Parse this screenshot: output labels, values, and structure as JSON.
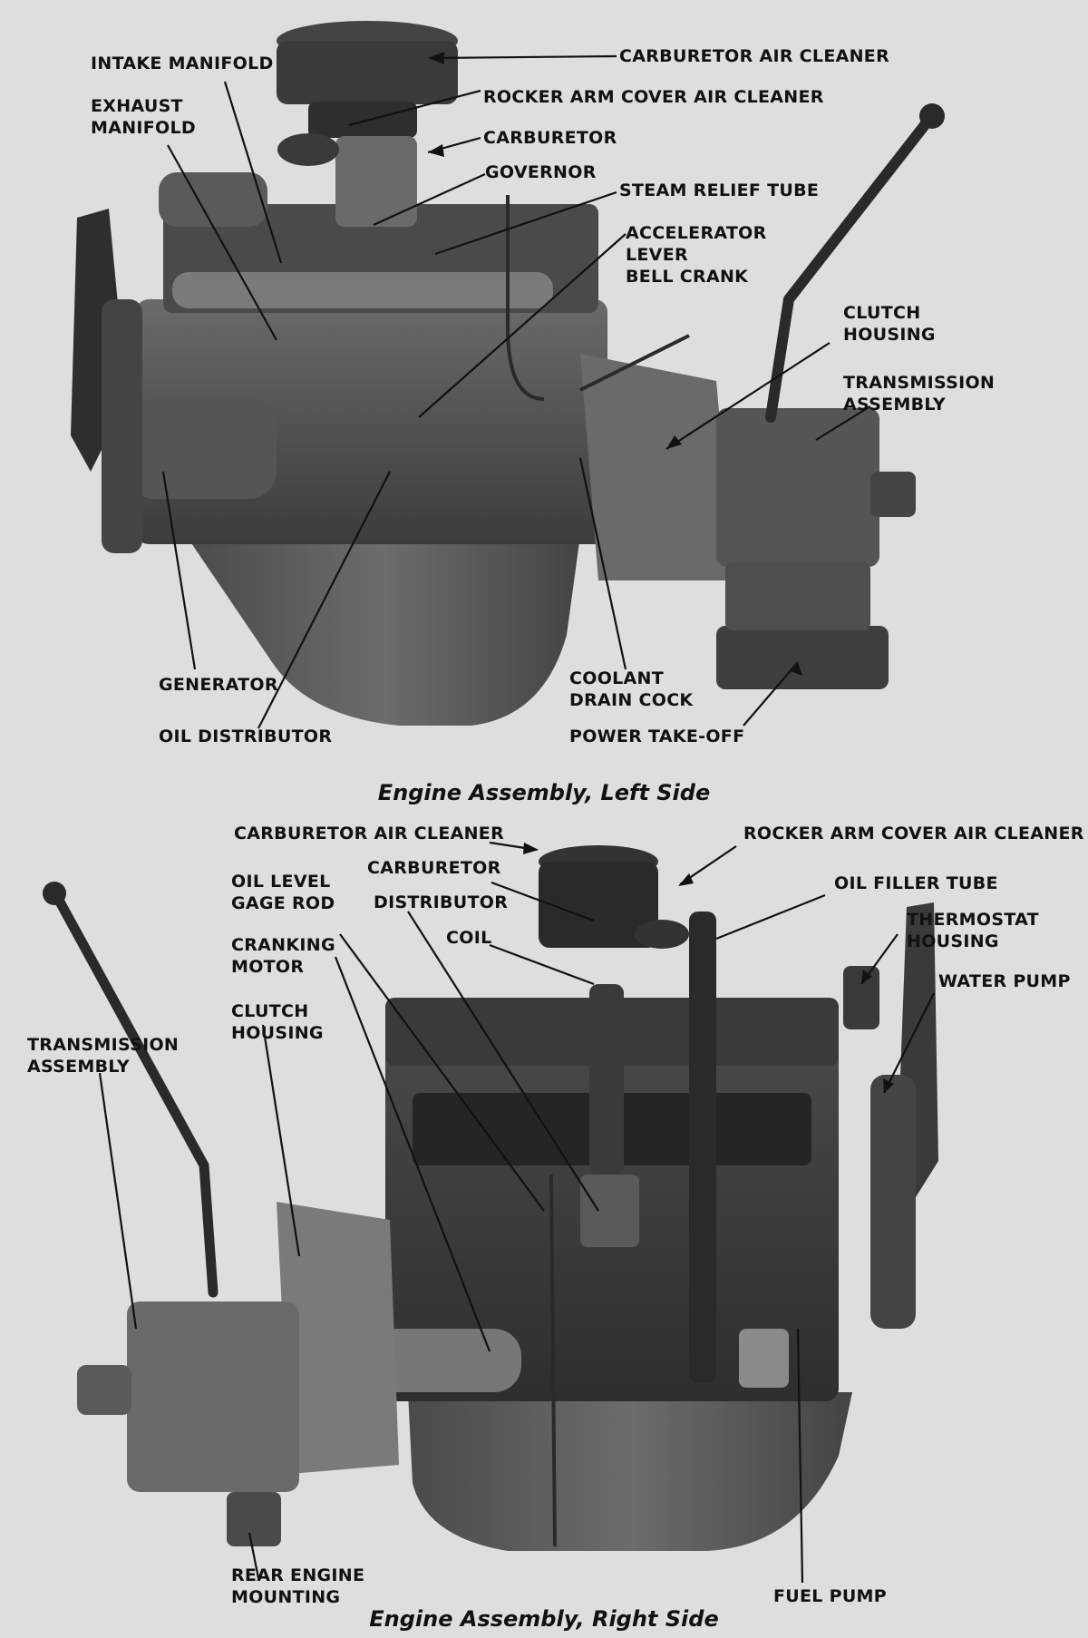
{
  "left_side": {
    "caption": "Engine Assembly, Left Side",
    "labels": {
      "intake_manifold": "INTAKE MANIFOLD",
      "exhaust_manifold": [
        "EXHAUST",
        "MANIFOLD"
      ],
      "carburetor_air_cleaner": "CARBURETOR AIR CLEANER",
      "rocker_arm_cover_air_cleaner": "ROCKER ARM COVER AIR CLEANER",
      "carburetor": "CARBURETOR",
      "governor": "GOVERNOR",
      "steam_relief_tube": "STEAM RELIEF TUBE",
      "accelerator_lever_bell_crank": [
        "ACCELERATOR",
        "LEVER",
        "BELL CRANK"
      ],
      "clutch_housing": [
        "CLUTCH",
        "HOUSING"
      ],
      "transmission_assembly": [
        "TRANSMISSION",
        "ASSEMBLY"
      ],
      "generator": "GENERATOR",
      "oil_distributor": "OIL DISTRIBUTOR",
      "coolant_drain_cock": [
        "COOLANT",
        "DRAIN COCK"
      ],
      "power_take_off": "POWER TAKE-OFF"
    }
  },
  "right_side": {
    "caption": "Engine Assembly, Right Side",
    "labels": {
      "carburetor_air_cleaner": "CARBURETOR AIR CLEANER",
      "rocker_arm_cover_air_cleaner": "ROCKER ARM COVER AIR CLEANER",
      "oil_level_gage_rod": [
        "OIL LEVEL",
        "GAGE ROD"
      ],
      "carburetor": "CARBURETOR",
      "distributor": "DISTRIBUTOR",
      "oil_filler_tube": "OIL FILLER TUBE",
      "coil": "COIL",
      "thermostat_housing": [
        "THERMOSTAT",
        "HOUSING"
      ],
      "cranking_motor": [
        "CRANKING",
        "MOTOR"
      ],
      "water_pump": "WATER PUMP",
      "clutch_housing": [
        "CLUTCH",
        "HOUSING"
      ],
      "transmission_assembly": [
        "TRANSMISSION",
        "ASSEMBLY"
      ],
      "rear_engine_mounting": [
        "REAR ENGINE",
        "MOUNTING"
      ],
      "fuel_pump": "FUEL PUMP"
    }
  },
  "colors": {
    "background": "#dedede",
    "engine_dark": "#3a3a3a",
    "engine_mid": "#5e5e5e",
    "engine_light": "#8a8a8a",
    "ink": "#111111"
  }
}
